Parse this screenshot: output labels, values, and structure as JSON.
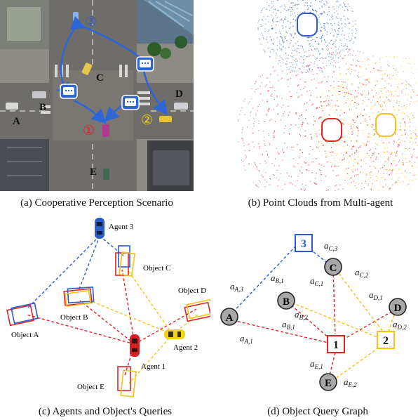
{
  "captions": {
    "a": "(a) Cooperative Perception Scenario",
    "b": "(b) Point Clouds from Multi-agent",
    "c": "(c) Agents and Object's Queries",
    "d": "(d) Object Query Graph"
  },
  "panel_a": {
    "labels": {
      "A": "A",
      "B": "B",
      "C": "C",
      "D": "D",
      "E": "E"
    },
    "agent_markers": {
      "one": "①",
      "two": "②",
      "three": "③"
    },
    "colors": {
      "agent1": "#e02424",
      "agent2": "#f2d21b",
      "agent3": "#2b5cc8",
      "link": "#2f66d6"
    }
  },
  "panel_c": {
    "agents": {
      "a1": "Agent 1",
      "a2": "Agent 2",
      "a3": "Agent 3"
    },
    "objects": {
      "A": "Object A",
      "B": "Object B",
      "C": "Object C",
      "D": "Object D",
      "E": "Object E"
    }
  },
  "panel_d": {
    "agent_nodes": {
      "n1": "1",
      "n2": "2",
      "n3": "3"
    },
    "object_nodes": {
      "A": "A",
      "B": "B",
      "C": "C",
      "D": "D",
      "E": "E"
    },
    "edges": {
      "A3": {
        "a": "a",
        "sub": "A,3"
      },
      "A1": {
        "a": "a",
        "sub": "A,1"
      },
      "B1_top": {
        "a": "a",
        "sub": "B,1"
      },
      "B2": {
        "a": "a",
        "sub": "B,2"
      },
      "B1_bot": {
        "a": "a",
        "sub": "B,1"
      },
      "C3": {
        "a": "a",
        "sub": "C,3"
      },
      "C1": {
        "a": "a",
        "sub": "C,1"
      },
      "C2": {
        "a": "a",
        "sub": "C,2"
      },
      "D1": {
        "a": "a",
        "sub": "D,1"
      },
      "D2": {
        "a": "a",
        "sub": "D,2"
      },
      "E1": {
        "a": "a",
        "sub": "E,1"
      },
      "E2": {
        "a": "a",
        "sub": "E,2"
      }
    },
    "colors": {
      "red": "#e02424",
      "yellow": "#f2c21b",
      "blue": "#2b5cc8",
      "node_fill": "#a8a8a8"
    }
  }
}
